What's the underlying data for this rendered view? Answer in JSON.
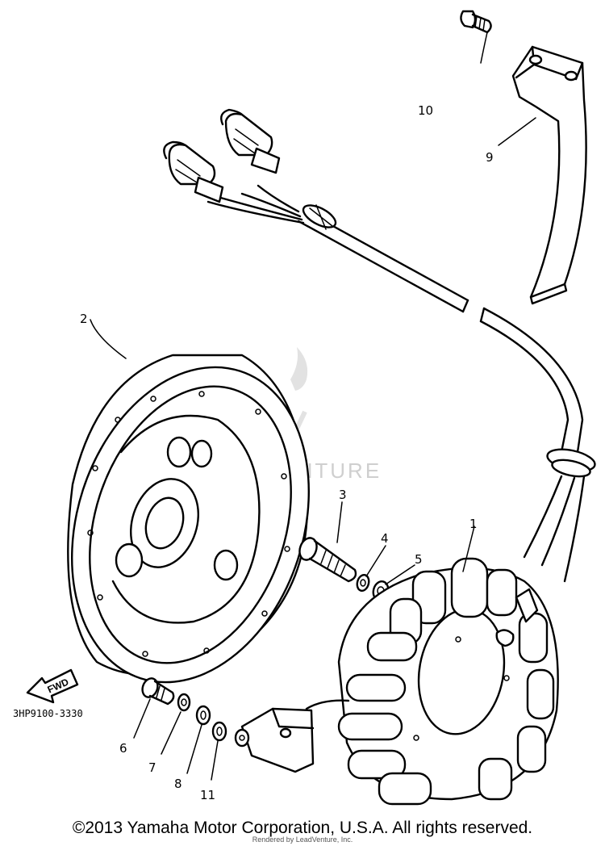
{
  "diagram": {
    "part_code": "3HP9100-3330",
    "direction_label": "FWD",
    "watermark": "LEADVENTURE",
    "callouts": {
      "c1": "1",
      "c2": "2",
      "c3": "3",
      "c4": "4",
      "c5": "5",
      "c6": "6",
      "c7": "7",
      "c8": "8",
      "c9": "9",
      "c10": "10",
      "c11": "11"
    }
  },
  "footer": {
    "copyright": "©2013 Yamaha Motor Corporation, U.S.A. All rights reserved.",
    "render_note": "Rendered by LeadVenture, Inc."
  }
}
